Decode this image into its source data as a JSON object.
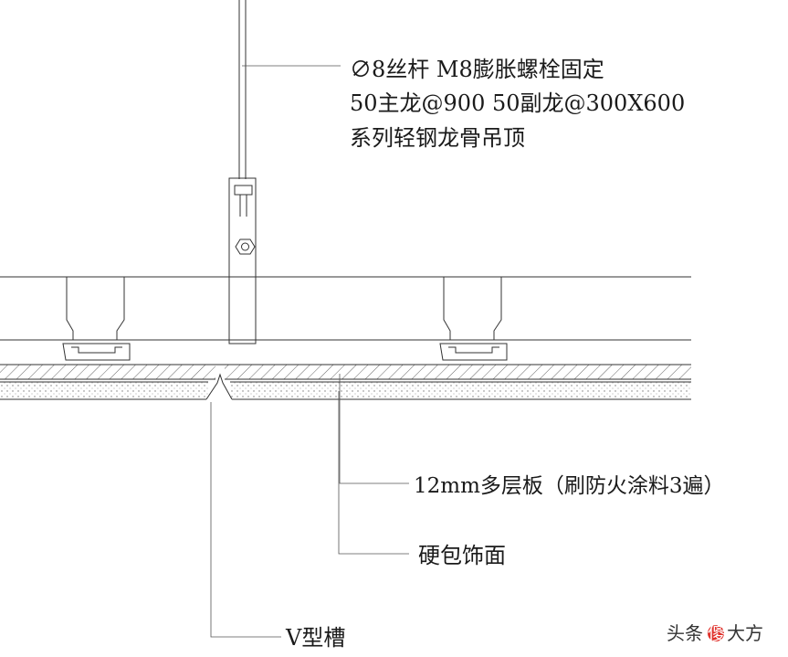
{
  "annotations": {
    "rod_label": "∅8丝杆 M8膨胀螺栓固定",
    "keel_label": "50主龙@900   50副龙@300X600",
    "system_label": "系列轻钢龙骨吊顶",
    "board_label": "12mm多层板（刷防火涂料3遍）",
    "finish_label": "硬包饰面",
    "groove_label": "V型槽"
  },
  "watermark": {
    "text_left": "头条",
    "text_mid": "傻",
    "text_right": "大方"
  },
  "colors": {
    "line": "#333333",
    "board_fill": "#f2f2f2",
    "finish_fill": "#e6e6e6",
    "watermark_accent": "#e0312b"
  }
}
